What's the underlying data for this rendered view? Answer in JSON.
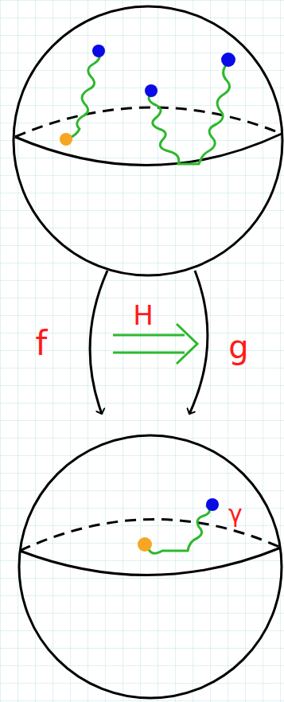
{
  "diagram": {
    "labels": [
      "f",
      "H",
      "g",
      "γ"
    ]
  }
}
